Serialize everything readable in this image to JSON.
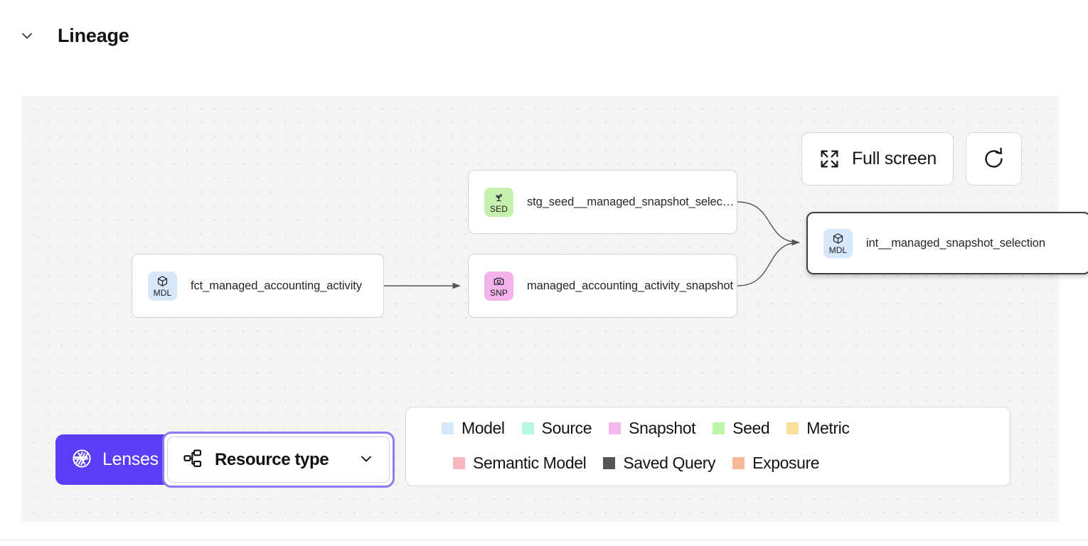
{
  "section": {
    "title": "Lineage",
    "collapse_icon": "chevron-down-icon"
  },
  "canvas_controls": {
    "fullscreen": {
      "label": "Full screen",
      "icon": "fullscreen-expand-icon"
    },
    "refresh": {
      "label": "",
      "icon": "refresh-icon"
    }
  },
  "graph": {
    "nodes": [
      {
        "id": "fct",
        "badge": "MDL",
        "badge_icon": "cube-icon",
        "badge_color": "#d7e8fa",
        "label": "fct_managed_accounting_activity",
        "selected": false
      },
      {
        "id": "stg",
        "badge": "SED",
        "badge_icon": "sprout-icon",
        "badge_color": "#c5f0ae",
        "label": "stg_seed__managed_snapshot_selecti...",
        "selected": false
      },
      {
        "id": "snp",
        "badge": "SNP",
        "badge_icon": "camera-icon",
        "badge_color": "#f3b3ea",
        "label": "managed_accounting_activity_snapshot",
        "selected": false
      },
      {
        "id": "int",
        "badge": "MDL",
        "badge_icon": "cube-icon",
        "badge_color": "#d7e8fa",
        "label": "int__managed_snapshot_selection",
        "selected": true
      }
    ],
    "edges": [
      {
        "from": "fct",
        "to": "snp"
      },
      {
        "from": "stg",
        "to": "int"
      },
      {
        "from": "snp",
        "to": "int"
      }
    ]
  },
  "toolbar": {
    "lenses": {
      "label": "Lenses",
      "icon": "aperture-icon",
      "color": "#5b3df5"
    },
    "resource_type": {
      "label": "Resource type",
      "icon": "sitemap-icon",
      "chevron": "chevron-down-icon",
      "focused": true,
      "focus_color": "#8b7cf6"
    }
  },
  "legend": {
    "rows": [
      [
        {
          "label": "Model",
          "color": "#d6e9fb"
        },
        {
          "label": "Source",
          "color": "#b9f5e6"
        },
        {
          "label": "Snapshot",
          "color": "#f3b8ec"
        },
        {
          "label": "Seed",
          "color": "#bdf5a8"
        },
        {
          "label": "Metric",
          "color": "#fae09a"
        }
      ],
      [
        {
          "label": "Semantic Model",
          "color": "#f5b7c0"
        },
        {
          "label": "Saved Query",
          "color": "#595454"
        },
        {
          "label": "Exposure",
          "color": "#f7b79a"
        }
      ]
    ]
  }
}
